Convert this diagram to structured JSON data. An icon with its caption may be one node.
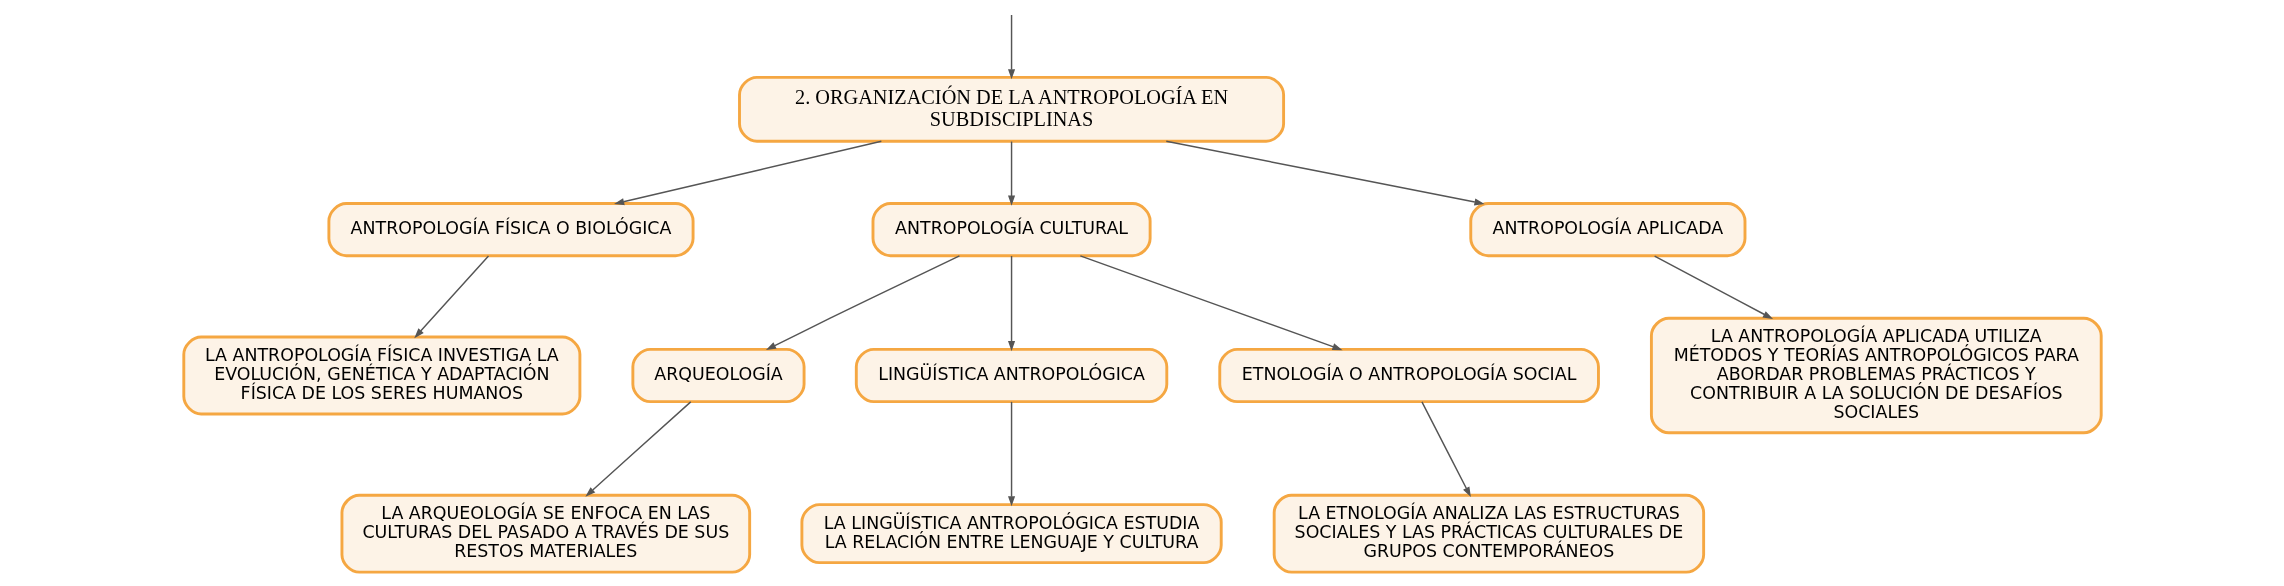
{
  "diagram": {
    "nodes": [
      {
        "text": [
          "2. ORGANIZACIÓN DE LA ANTROPOLOGÍA EN SUBDISCIPLINAS"
        ]
      },
      {
        "text": [
          "ANTROPOLOGÍA FÍSICA O BIOLÓGICA"
        ]
      },
      {
        "text": [
          "ANTROPOLOGÍA CULTURAL"
        ]
      },
      {
        "text": [
          "ANTROPOLOGÍA APLICADA"
        ]
      },
      {
        "text": [
          "LA ANTROPOLOGÍA FÍSICA INVESTIGA LA EVOLUCIÓN, GENÉTICA Y ADAPTACIÓN FÍSICA DE LOS SERES HUMANOS"
        ]
      },
      {
        "text": [
          "ARQUEOLOGÍA"
        ]
      },
      {
        "text": [
          "LINGÜÍSTICA ANTROPOLÓGICA"
        ]
      },
      {
        "text": [
          "ETNOLOGÍA O ANTROPOLOGÍA SOCIAL"
        ]
      },
      {
        "text": [
          "LA ANTROPOLOGÍA APLICADA UTILIZA MÉTODOS Y TEORÍAS ANTROPOLÓGICOS PARA ABORDAR PROBLEMAS PRÁCTICOS Y CONTRIBUIR A LA SOLUCIÓN DE DESAFÍOS SOCIALES"
        ]
      },
      {
        "text": [
          "LA ARQUEOLOGÍA SE ENFOCA EN LAS CULTURAS DEL PASADO A TRAVÉS DE SUS RESTOS MATERIALES"
        ]
      },
      {
        "text": [
          "LA LINGÜÍSTICA ANTROPOLÓGICA ESTUDIA LA RELACIÓN ENTRE LENGUAJE Y CULTURA"
        ]
      },
      {
        "text": [
          "LA ETNOLOGÍA ANALIZA LAS ESTRUCTURAS SOCIALES Y LAS PRÁCTICAS CULTURALES DE GRUPOS CONTEMPORÁNEOS"
        ]
      }
    ],
    "edges": [
      {
        "from": null,
        "to": 0,
        "arrow": "to"
      },
      {
        "from": 0,
        "to": 1,
        "arrow": "to"
      },
      {
        "from": 0,
        "to": 2,
        "arrow": "to"
      },
      {
        "from": 0,
        "to": 3,
        "arrow": "to"
      },
      {
        "from": 1,
        "to": 4,
        "arrow": "to"
      },
      {
        "from": 2,
        "to": 5,
        "arrow": "to"
      },
      {
        "from": 2,
        "to": 6,
        "arrow": "to"
      },
      {
        "from": 2,
        "to": 7,
        "arrow": "to"
      },
      {
        "from": 3,
        "to": 8,
        "arrow": "to"
      },
      {
        "from": 5,
        "to": 9,
        "arrow": "to"
      },
      {
        "from": 6,
        "to": 10,
        "arrow": "to"
      },
      {
        "from": 7,
        "to": 11,
        "arrow": "to"
      }
    ]
  }
}
